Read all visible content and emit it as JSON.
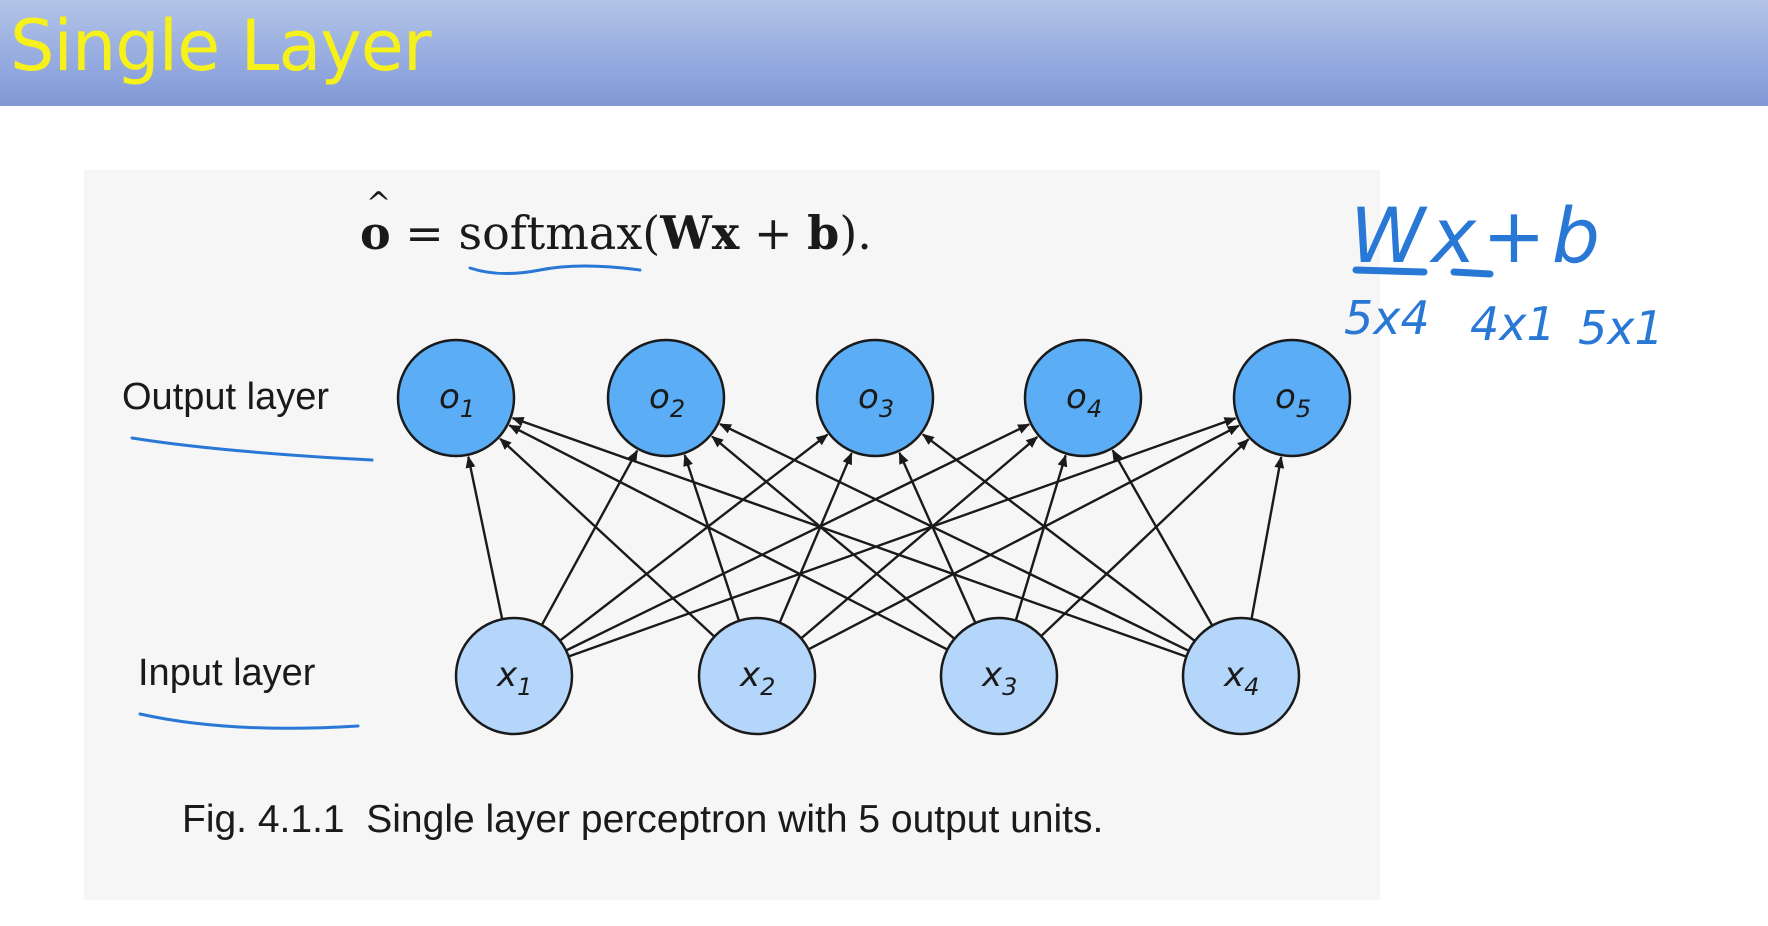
{
  "slide": {
    "title": "Single Layer"
  },
  "formula": {
    "lhs": "o",
    "equals": " = ",
    "func": "softmax(",
    "weight": "W",
    "input": "x",
    "plus": " + ",
    "bias": "b",
    "close": ")."
  },
  "diagram": {
    "output_layer_label": "Output layer",
    "input_layer_label": "Input layer",
    "output_nodes": [
      {
        "letter": "o",
        "index": "1"
      },
      {
        "letter": "o",
        "index": "2"
      },
      {
        "letter": "o",
        "index": "3"
      },
      {
        "letter": "o",
        "index": "4"
      },
      {
        "letter": "o",
        "index": "5"
      }
    ],
    "input_nodes": [
      {
        "letter": "x",
        "index": "1"
      },
      {
        "letter": "x",
        "index": "2"
      },
      {
        "letter": "x",
        "index": "3"
      },
      {
        "letter": "x",
        "index": "4"
      }
    ],
    "caption": "Fig. 4.1.1  Single layer perceptron with 5 output units."
  },
  "annotations": {
    "expression": "Wx+b",
    "shapes": [
      "5x4",
      "4x1",
      "5x1"
    ],
    "ink_color": "#2a78d6"
  },
  "colors": {
    "output_node_fill": "#5baef6",
    "input_node_fill": "#b4d6fa",
    "node_stroke": "#1a1a1a",
    "title_text": "#f6f11a"
  }
}
